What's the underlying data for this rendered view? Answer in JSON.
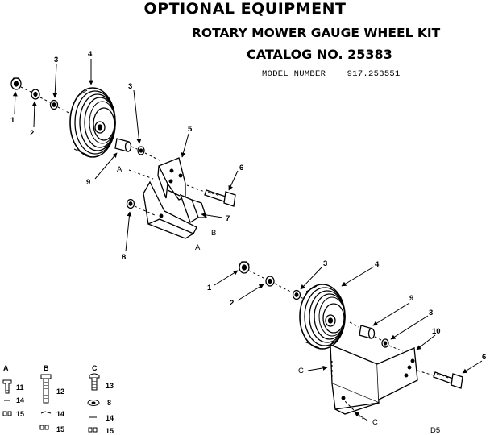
{
  "header": {
    "title": "OPTIONAL EQUIPMENT",
    "subtitle": "ROTARY MOWER GAUGE WHEEL KIT",
    "catalog": "CATALOG NO. 25383",
    "model": "MODEL NUMBER    917.253551"
  },
  "diagram_top": {
    "callouts": [
      "1",
      "2",
      "3",
      "4",
      "3",
      "5",
      "9",
      "6",
      "7",
      "8"
    ],
    "ref_labels": [
      "A",
      "B",
      "A"
    ]
  },
  "diagram_bottom": {
    "callouts": [
      "1",
      "2",
      "3",
      "4",
      "9",
      "3",
      "10",
      "6"
    ],
    "ref_labels": [
      "C",
      "C"
    ]
  },
  "legend": {
    "groups": [
      {
        "letter": "A",
        "items": [
          {
            "num": "11"
          },
          {
            "num": "14"
          },
          {
            "num": "15"
          }
        ]
      },
      {
        "letter": "B",
        "items": [
          {
            "num": "12"
          },
          {
            "num": "14"
          },
          {
            "num": "15"
          }
        ]
      },
      {
        "letter": "C",
        "items": [
          {
            "num": "13"
          },
          {
            "num": "8"
          },
          {
            "num": "14"
          },
          {
            "num": "15"
          }
        ]
      }
    ]
  },
  "footer": {
    "code": "D5"
  }
}
